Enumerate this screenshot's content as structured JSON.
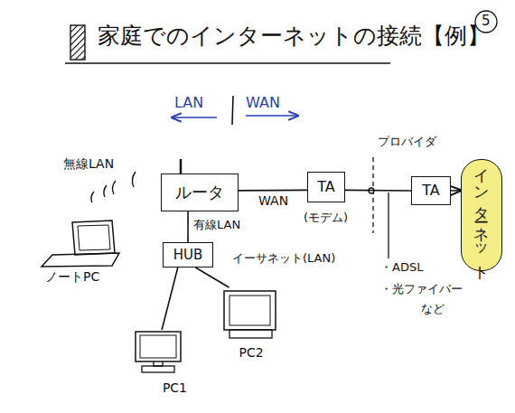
{
  "diagram": {
    "title": "家庭でのインターネットの接続【例】",
    "nodes": [
      {
        "text": [
          "ルータ"
        ]
      },
      {
        "text": [
          "TA"
        ]
      },
      {
        "text": [
          "TA"
        ]
      },
      {
        "text": [
          "インターネット"
        ]
      },
      {
        "text": [
          "ノートPC"
        ]
      },
      {
        "text": [
          "HUB"
        ]
      },
      {
        "text": [
          "PC1"
        ]
      },
      {
        "text": [
          "PC2"
        ]
      }
    ],
    "edges": [
      {
        "from": 0,
        "to": 1,
        "arrow": "none",
        "label": "WAN"
      },
      {
        "from": 1,
        "to": 2,
        "arrow": "none"
      },
      {
        "from": 2,
        "to": 3,
        "arrow": "to"
      },
      {
        "from": 0,
        "to": 5,
        "arrow": "none",
        "label": "有線LAN"
      },
      {
        "from": 5,
        "to": 6,
        "arrow": "none"
      },
      {
        "from": 5,
        "to": 7,
        "arrow": "none",
        "label": "イーサネット(LAN)"
      }
    ],
    "labels": [
      "5",
      "LAN",
      "WAN",
      "無線LAN",
      "(モデム)",
      "プロバイダ",
      "・ADSL",
      "・光ファイバー",
      "など"
    ]
  }
}
